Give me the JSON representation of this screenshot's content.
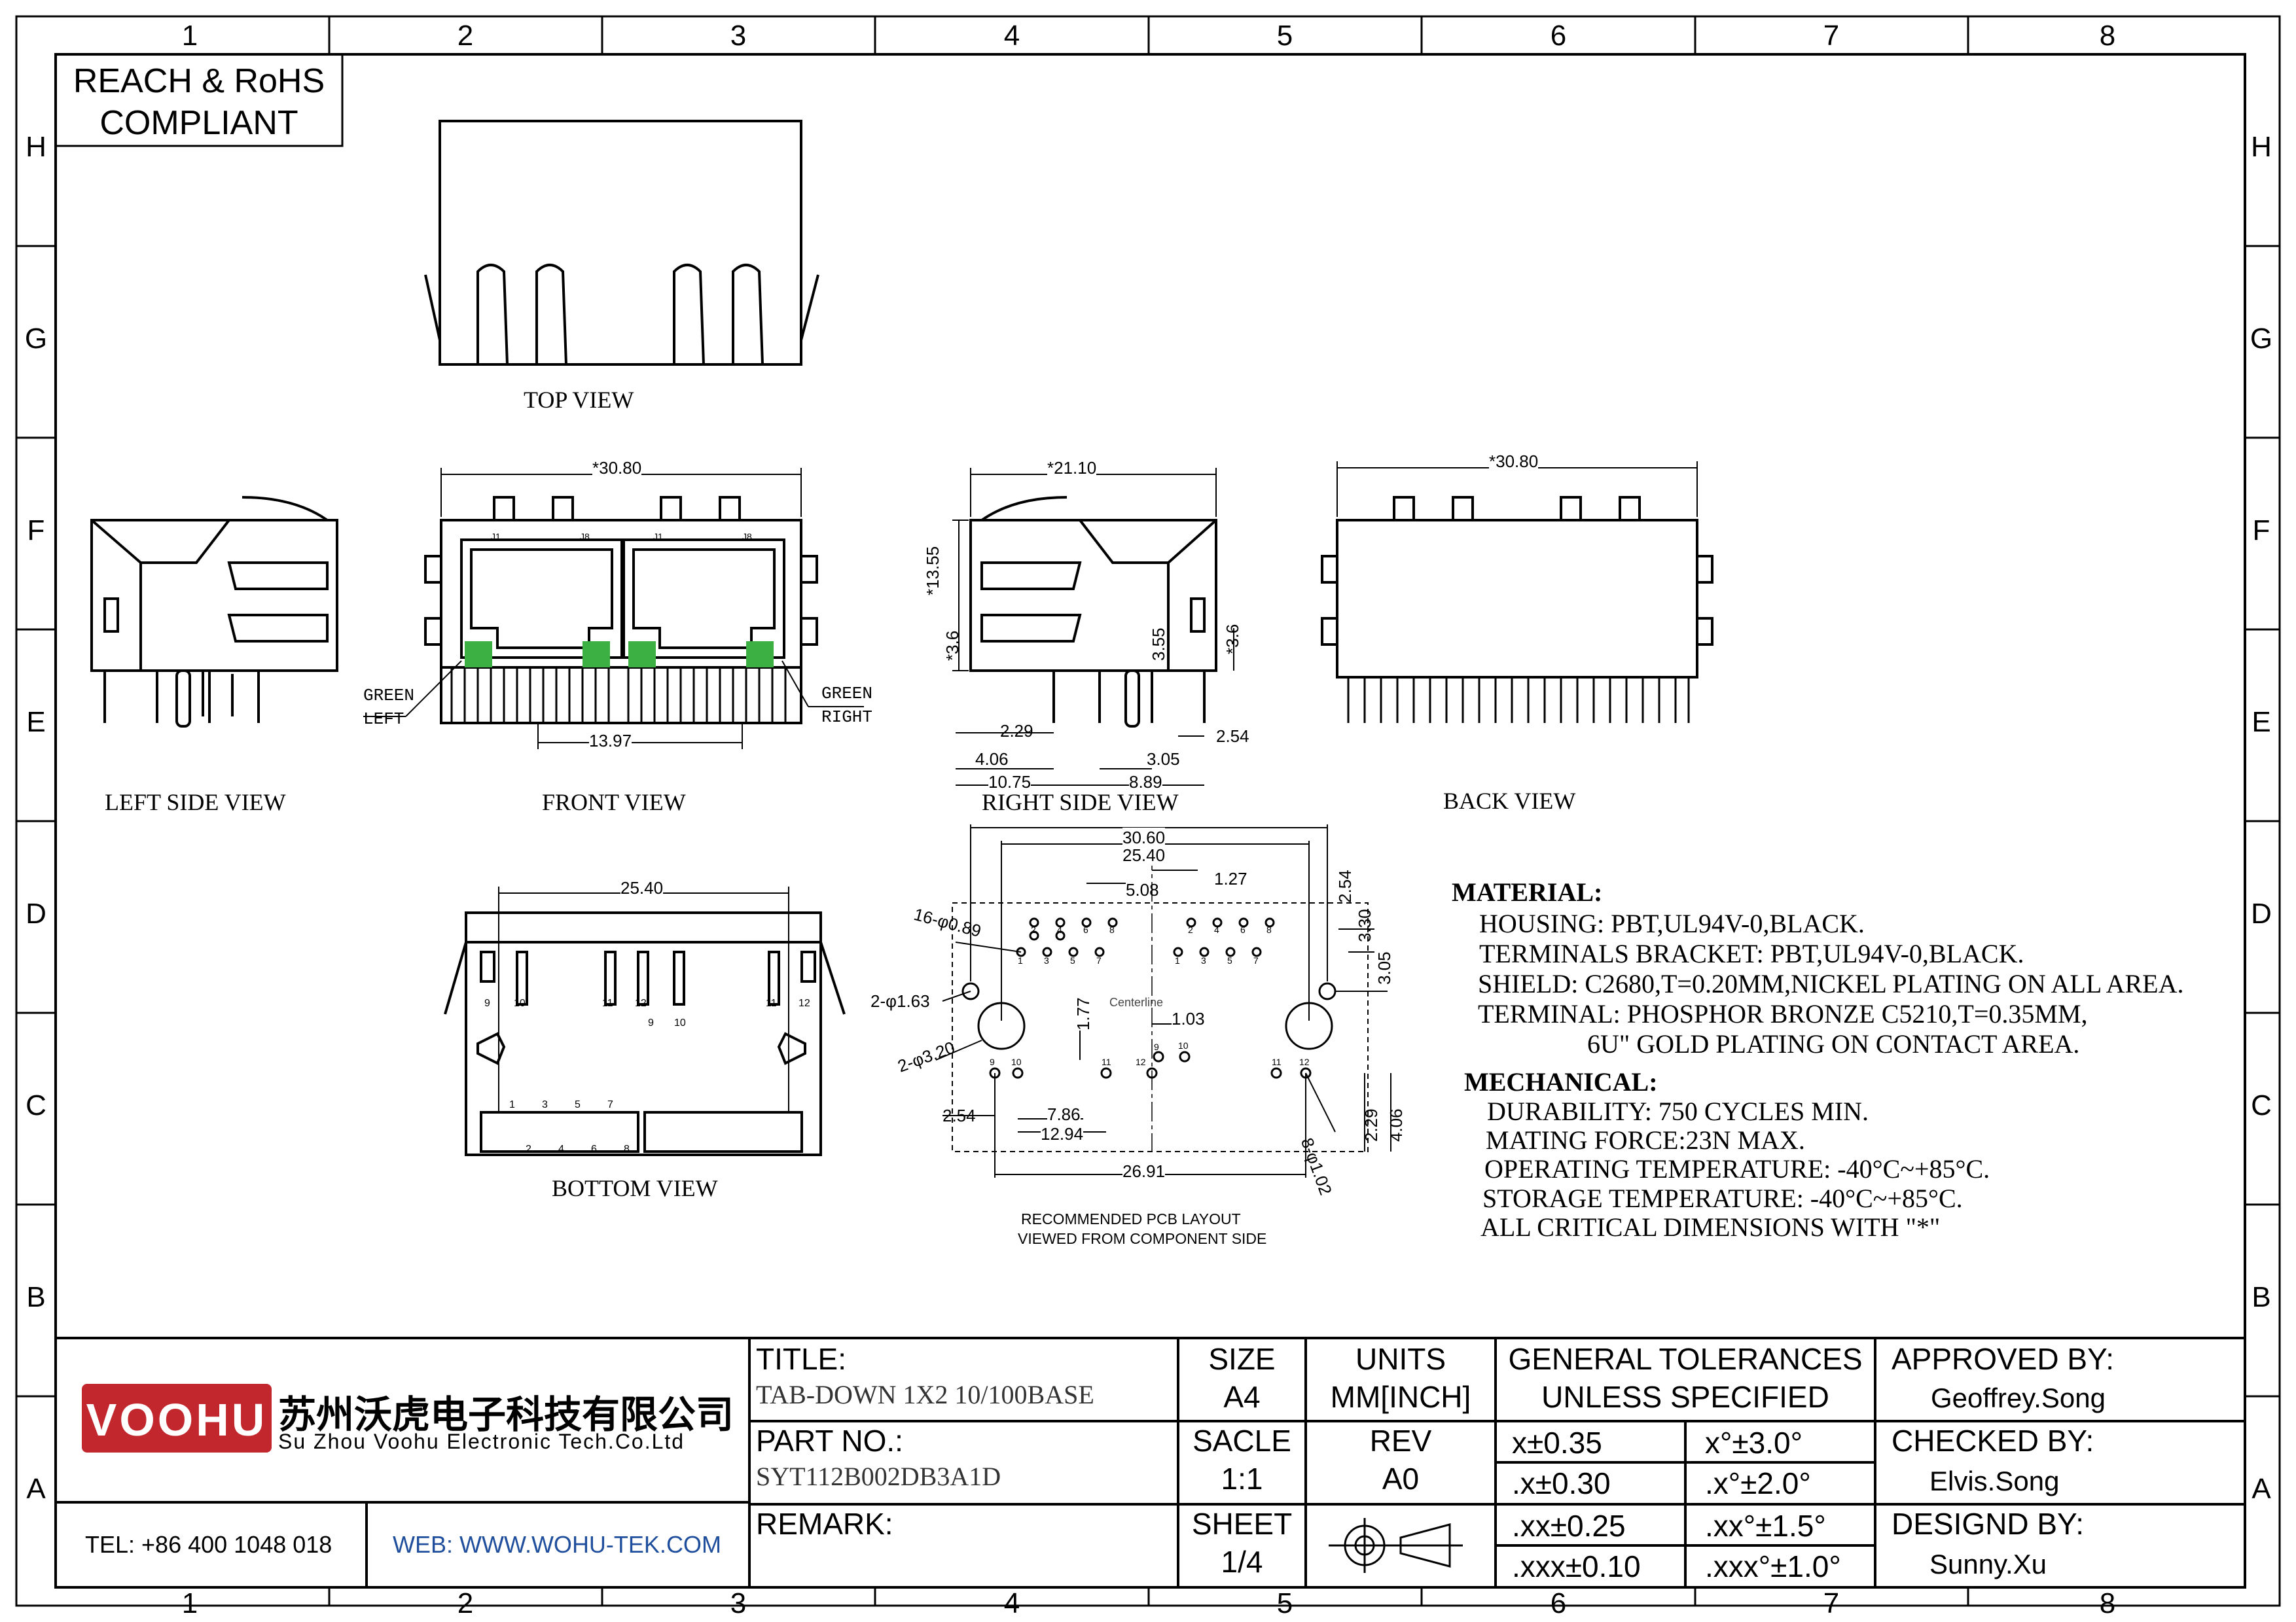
{
  "frame": {
    "columns": [
      "1",
      "2",
      "3",
      "4",
      "5",
      "6",
      "7",
      "8"
    ],
    "rows": [
      "H",
      "G",
      "F",
      "E",
      "D",
      "C",
      "B",
      "A"
    ]
  },
  "compliance": {
    "line1": "REACH & RoHS",
    "line2": "COMPLIANT"
  },
  "views": {
    "top": "TOP VIEW",
    "left_side": "LEFT SIDE VIEW",
    "front": "FRONT VIEW",
    "right_side": "RIGHT SIDE VIEW",
    "back": "BACK VIEW",
    "bottom": "BOTTOM VIEW",
    "pcb_line1": "RECOMMENDED PCB LAYOUT",
    "pcb_line2": "VIEWED FROM COMPONENT SIDE"
  },
  "front_view": {
    "width_dim": "*30.80",
    "pitch_dim": "13.97",
    "green_left": [
      "GREEN",
      "LEFT"
    ],
    "green_right": [
      "GREEN",
      "RIGHT"
    ],
    "pin_j1": "J1",
    "pin_j8": "J8"
  },
  "right_view": {
    "depth_dim": "*21.10",
    "dims": [
      "*13.55",
      "*3.6",
      "3.55",
      "*3.6",
      "2.29",
      "4.06",
      "10.75",
      "3.05",
      "8.89",
      "2.54"
    ]
  },
  "back_view": {
    "width_dim": "*30.80"
  },
  "bottom_view": {
    "width_dim": "25.40",
    "pins_top": [
      "9",
      "10",
      "11",
      "12",
      "9",
      "10",
      "11",
      "12"
    ],
    "pins_bottom": [
      "1",
      "3",
      "5",
      "7",
      "2",
      "4",
      "6",
      "8"
    ]
  },
  "pcb": {
    "dims": [
      "30.60",
      "25.40",
      "5.08",
      "1.27",
      "2.54",
      "3.30",
      "3.05",
      "16-φ0.89",
      "2-φ1.63",
      "2-φ3.20",
      "1.77",
      "1.03",
      "2.54",
      "7.86",
      "12.94",
      "26.91",
      "2.29",
      "4.06",
      "8-φ1.02"
    ],
    "centerline": "Centerline",
    "hole_labels_top": [
      "2",
      "4",
      "6",
      "8",
      "2",
      "4",
      "6",
      "8"
    ],
    "hole_labels_mid": [
      "1",
      "3",
      "5",
      "7",
      "1",
      "3",
      "5",
      "7"
    ],
    "hole_labels_low": [
      "9",
      "10",
      "11",
      "12",
      "9",
      "10",
      "11",
      "12"
    ]
  },
  "material": {
    "heading": "MATERIAL:",
    "lines": [
      "HOUSING: PBT,UL94V-0,BLACK.",
      "TERMINALS BRACKET: PBT,UL94V-0,BLACK.",
      "SHIELD: C2680,T=0.20MM,NICKEL PLATING ON ALL AREA.",
      "TERMINAL: PHOSPHOR BRONZE C5210,T=0.35MM,",
      "6U\" GOLD PLATING ON CONTACT AREA."
    ]
  },
  "mechanical": {
    "heading": "MECHANICAL:",
    "lines": [
      "DURABILITY: 750 CYCLES MIN.",
      "MATING FORCE:23N MAX.",
      "OPERATING TEMPERATURE: -40°C~+85°C.",
      "STORAGE TEMPERATURE: -40°C~+85°C.",
      "ALL CRITICAL DIMENSIONS WITH \"*\""
    ]
  },
  "title_block": {
    "logo": "VOOHU",
    "company_cn": "苏州沃虎电子科技有限公司",
    "company_en": "Su Zhou Voohu Electronic Tech.Co.Ltd",
    "tel": "TEL: +86 400 1048 018",
    "web": "WEB: WWW.WOHU-TEK.COM",
    "title_label": "TITLE:",
    "title_value": "TAB-DOWN 1X2 10/100BASE",
    "part_label": "PART NO.:",
    "part_value": "SYT112B002DB3A1D",
    "remark_label": "REMARK:",
    "size_label": "SIZE",
    "size_value": "A4",
    "units_label": "UNITS",
    "units_value": "MM[INCH]",
    "scale_label": "SACLE",
    "scale_value": "1:1",
    "rev_label": "REV",
    "rev_value": "A0",
    "sheet_label": "SHEET",
    "sheet_value": "1/4",
    "tol_heading1": "GENERAL TOLERANCES",
    "tol_heading2": "UNLESS SPECIFIED",
    "tolerances": [
      [
        "x±0.35",
        "x°±3.0°"
      ],
      [
        ".x±0.30",
        ".x°±2.0°"
      ],
      [
        ".xx±0.25",
        ".xx°±1.5°"
      ],
      [
        ".xxx±0.10",
        ".xxx°±1.0°"
      ]
    ],
    "approved_label": "APPROVED BY:",
    "approved_value": "Geoffrey.Song",
    "checked_label": "CHECKED BY:",
    "checked_value": "Elvis.Song",
    "designed_label": "DESIGND BY:",
    "designed_value": "Sunny.Xu"
  },
  "colors": {
    "logo_red": "#c1272d",
    "led_green": "#3cb043",
    "web_blue": "#1f4e9c"
  }
}
